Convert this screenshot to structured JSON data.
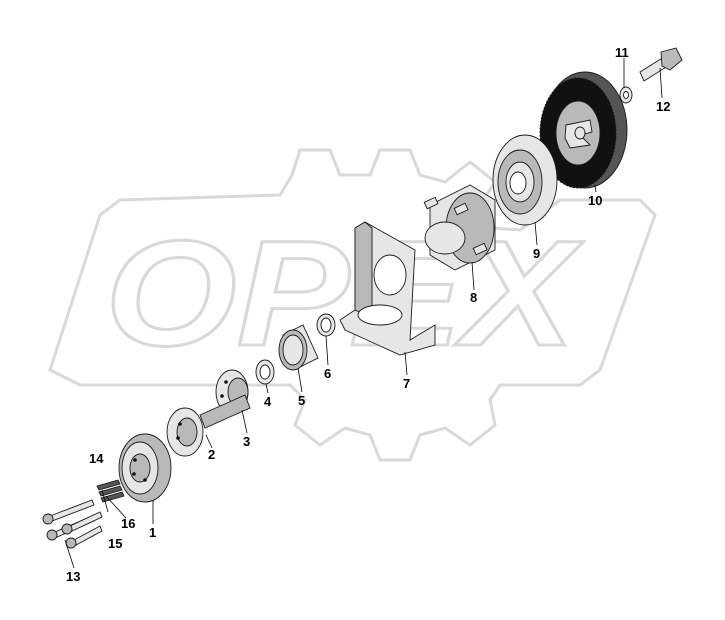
{
  "watermark": {
    "text": "OPEX"
  },
  "parts": [
    {
      "number": "1"
    },
    {
      "number": "2"
    },
    {
      "number": "3"
    },
    {
      "number": "4"
    },
    {
      "number": "5"
    },
    {
      "number": "6"
    },
    {
      "number": "7"
    },
    {
      "number": "8"
    },
    {
      "number": "9"
    },
    {
      "number": "10"
    },
    {
      "number": "11"
    },
    {
      "number": "12"
    },
    {
      "number": "13"
    },
    {
      "number": "14"
    },
    {
      "number": "15"
    },
    {
      "number": "16"
    }
  ]
}
